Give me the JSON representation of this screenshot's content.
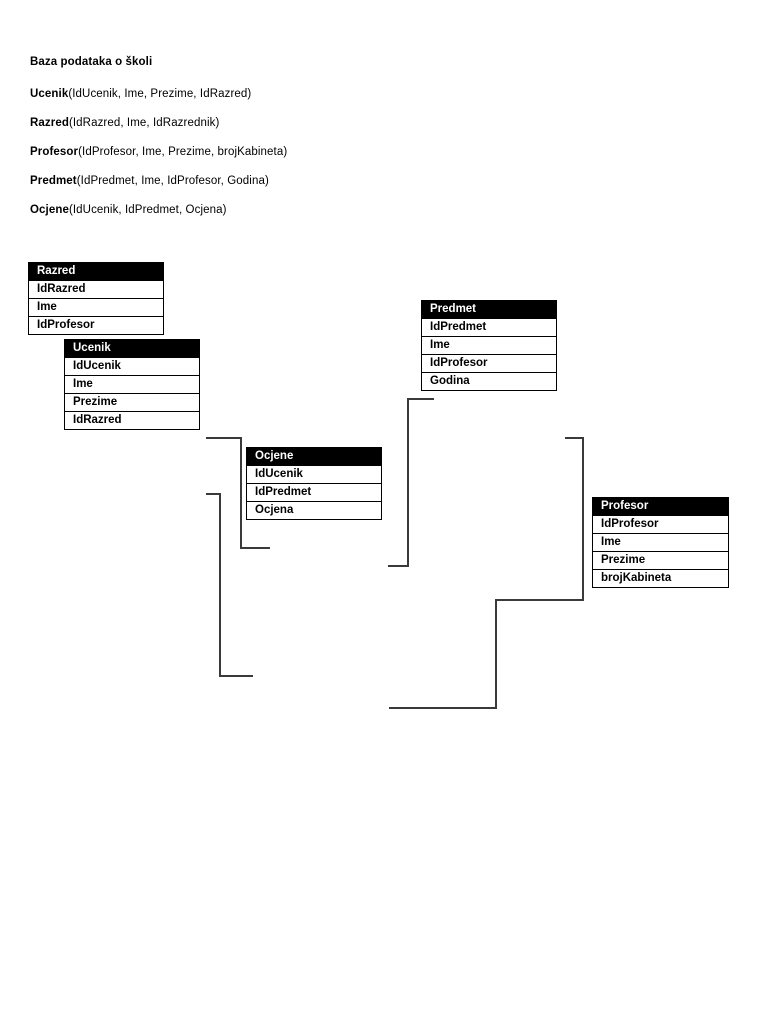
{
  "document": {
    "title": "Baza podataka o školi",
    "relations": [
      {
        "name": "Ucenik",
        "attributes": "(IdUcenik, Ime, Prezime, IdRazred)"
      },
      {
        "name": "Razred",
        "attributes": "(IdRazred, Ime, IdRazrednik)"
      },
      {
        "name": "Profesor",
        "attributes": "(IdProfesor, Ime, Prezime, brojKabineta)"
      },
      {
        "name": "Predmet",
        "attributes": "(IdPredmet, Ime, IdProfesor, Godina)"
      },
      {
        "name": "Ocjene",
        "attributes": "(IdUcenik, IdPredmet, Ocjena)"
      }
    ]
  },
  "diagram": {
    "tables": [
      {
        "id": "razred",
        "name": "Razred",
        "fields": [
          "IdRazred",
          "Ime",
          "IdProfesor"
        ]
      },
      {
        "id": "ucenik",
        "name": "Ucenik",
        "fields": [
          "IdUcenik",
          "Ime",
          "Prezime",
          "IdRazred"
        ]
      },
      {
        "id": "predmet",
        "name": "Predmet",
        "fields": [
          "IdPredmet",
          "Ime",
          "IdProfesor",
          "Godina"
        ]
      },
      {
        "id": "ocjene",
        "name": "Ocjene",
        "fields": [
          "IdUcenik",
          "IdPredmet",
          "Ocjena"
        ]
      },
      {
        "id": "profesor",
        "name": "Profesor",
        "fields": [
          "IdProfesor",
          "Ime",
          "Prezime",
          "brojKabineta"
        ]
      }
    ],
    "colors": {
      "header_background": "#000000",
      "header_text": "#ffffff",
      "row_background": "#ffffff",
      "row_text": "#000000",
      "border": "#000000",
      "connector": "#3a3a3a",
      "page_background": "#ffffff"
    }
  }
}
